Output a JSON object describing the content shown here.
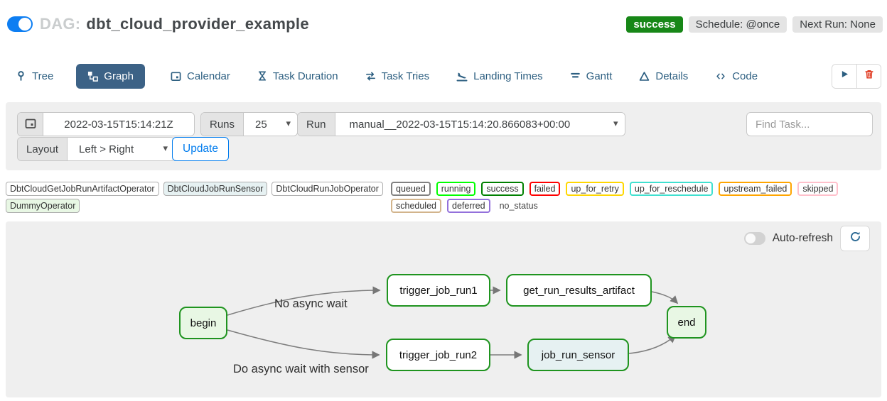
{
  "header": {
    "dag_prefix": "DAG:",
    "dag_title": "dbt_cloud_provider_example",
    "status_badge": "success",
    "schedule_badge": "Schedule: @once",
    "next_run_badge": "Next Run: None",
    "toggle_state": "on"
  },
  "tabs": [
    {
      "label": "Tree",
      "icon": "tree-icon",
      "active": false
    },
    {
      "label": "Graph",
      "icon": "graph-icon",
      "active": true
    },
    {
      "label": "Calendar",
      "icon": "calendar-icon",
      "active": false
    },
    {
      "label": "Task Duration",
      "icon": "hourglass-icon",
      "active": false
    },
    {
      "label": "Task Tries",
      "icon": "repeat-icon",
      "active": false
    },
    {
      "label": "Landing Times",
      "icon": "plane-landing-icon",
      "active": false
    },
    {
      "label": "Gantt",
      "icon": "gantt-bars-icon",
      "active": false
    },
    {
      "label": "Details",
      "icon": "triangle-icon",
      "active": false
    },
    {
      "label": "Code",
      "icon": "code-icon",
      "active": false
    }
  ],
  "filters": {
    "date_value": "2022-03-15T15:14:21Z",
    "runs_label": "Runs",
    "runs_value": "25",
    "run_label": "Run",
    "run_value": "manual__2022-03-15T15:14:20.866083+00:00",
    "find_task_placeholder": "Find Task...",
    "layout_label": "Layout",
    "layout_value": "Left > Right",
    "update_button": "Update"
  },
  "legend": {
    "operators": [
      {
        "label": "DbtCloudGetJobRunArtifactOperator",
        "fill": "#ffffff"
      },
      {
        "label": "DbtCloudJobRunSensor",
        "fill": "#e6f1f2"
      },
      {
        "label": "DbtCloudRunJobOperator",
        "fill": "#ffffff"
      },
      {
        "label": "DummyOperator",
        "fill": "#e8f7e4"
      }
    ],
    "statuses": [
      {
        "label": "queued",
        "border": "#808080"
      },
      {
        "label": "running",
        "border": "#00ff00"
      },
      {
        "label": "success",
        "border": "#008000"
      },
      {
        "label": "failed",
        "border": "#ff0000"
      },
      {
        "label": "up_for_retry",
        "border": "#ffd700"
      },
      {
        "label": "up_for_reschedule",
        "border": "#40e0d0"
      },
      {
        "label": "upstream_failed",
        "border": "#ffa500"
      },
      {
        "label": "skipped",
        "border": "#ffc0cb"
      },
      {
        "label": "scheduled",
        "border": "#d2b48c"
      },
      {
        "label": "deferred",
        "border": "#9370db"
      },
      {
        "label": "no_status",
        "border": "none"
      }
    ]
  },
  "graph": {
    "auto_refresh_label": "Auto-refresh",
    "auto_refresh_state": "off",
    "nodes": [
      {
        "label": "begin",
        "fill": "#e8f7e4",
        "border": "#1f941f"
      },
      {
        "label": "trigger_job_run1",
        "fill": "#ffffff",
        "border": "#1f941f"
      },
      {
        "label": "get_run_results_artifact",
        "fill": "#ffffff",
        "border": "#1f941f"
      },
      {
        "label": "end",
        "fill": "#e8f7e4",
        "border": "#1f941f"
      },
      {
        "label": "trigger_job_run2",
        "fill": "#ffffff",
        "border": "#1f941f"
      },
      {
        "label": "job_run_sensor",
        "fill": "#e6f1f2",
        "border": "#1f941f"
      }
    ],
    "edge_labels": [
      "No async wait",
      "Do async wait with sensor"
    ],
    "edges": [
      "begin -> trigger_job_run1",
      "begin -> trigger_job_run2",
      "trigger_job_run1 -> get_run_results_artifact",
      "get_run_results_artifact -> end",
      "trigger_job_run2 -> job_run_sensor",
      "job_run_sensor -> end"
    ]
  },
  "colors": {
    "accent_blue": "#017cee",
    "active_tab": "#3c6286",
    "tab_text": "#2d5f81",
    "success_green": "#178717",
    "node_border_green": "#1f941f",
    "panel_gray": "#efefef",
    "trash_red": "#e0351b"
  }
}
